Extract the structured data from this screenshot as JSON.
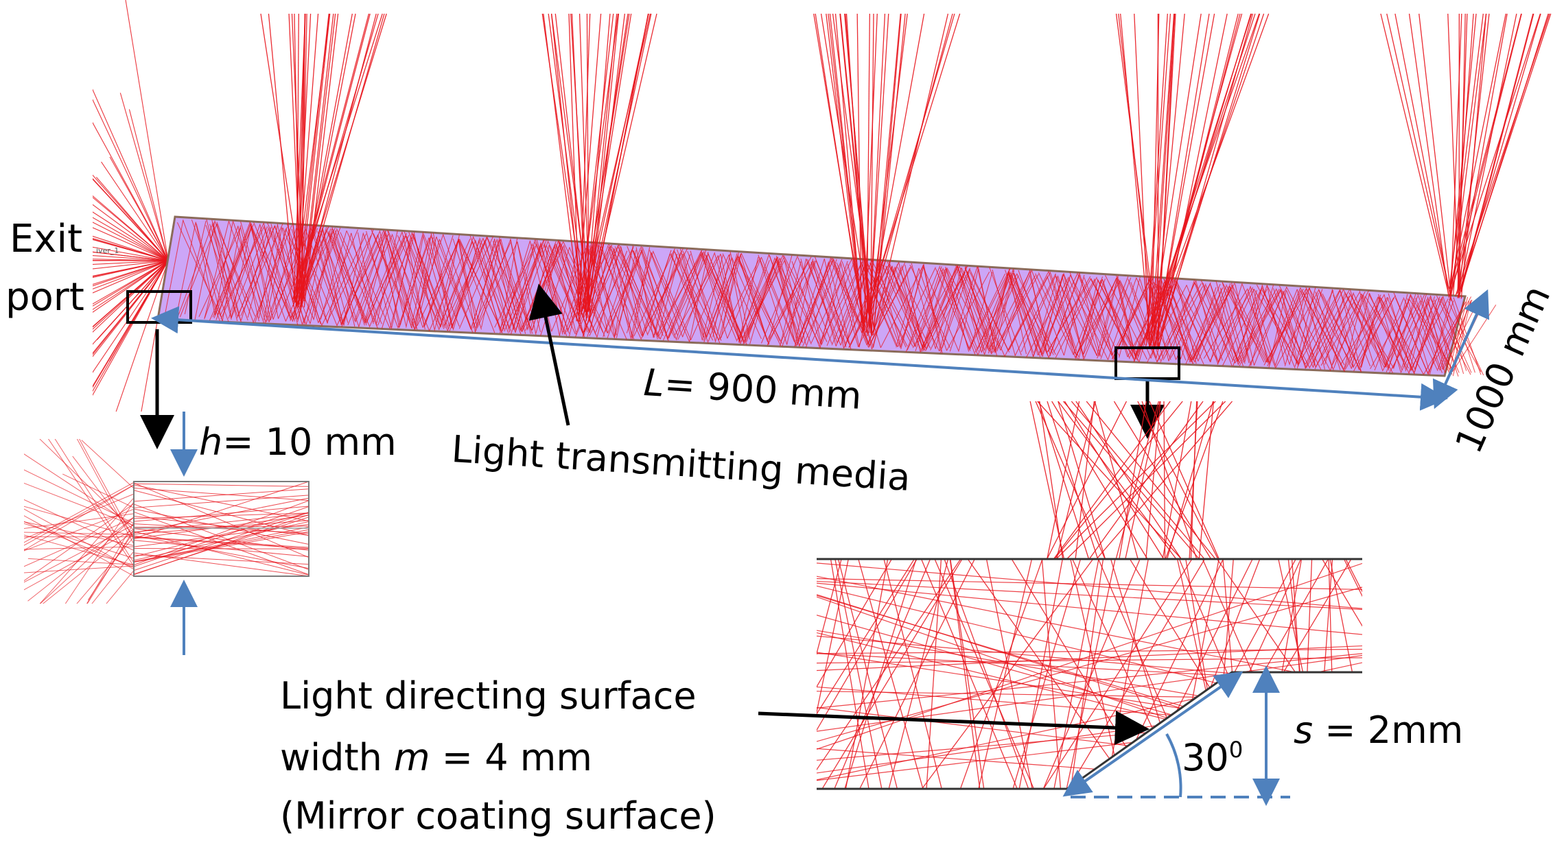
{
  "labels": {
    "exit": "Exit",
    "port": "port",
    "source_tag": "iver_1",
    "length_var": "L",
    "length_val": "= 900 mm",
    "width_dim": "1000 mm",
    "height_var": "h",
    "height_val": "= 10 mm",
    "media": "Light transmitting media",
    "surface_line1": "Light directing surface",
    "surface_line2_pre": "width ",
    "surface_line2_var": "m",
    "surface_line2_post": " = 4 mm",
    "surface_line3": "(Mirror coating surface)",
    "angle_base": "30",
    "angle_sup": "0",
    "step_var": "s",
    "step_val": " = 2mm"
  },
  "colors": {
    "ray": "#e8141c",
    "slab_fill": "#a35cf0",
    "slab_edge": "#8b6b5a",
    "dimension": "#4f81bd",
    "callout_box": "#000000",
    "surface_line": "#333333"
  }
}
